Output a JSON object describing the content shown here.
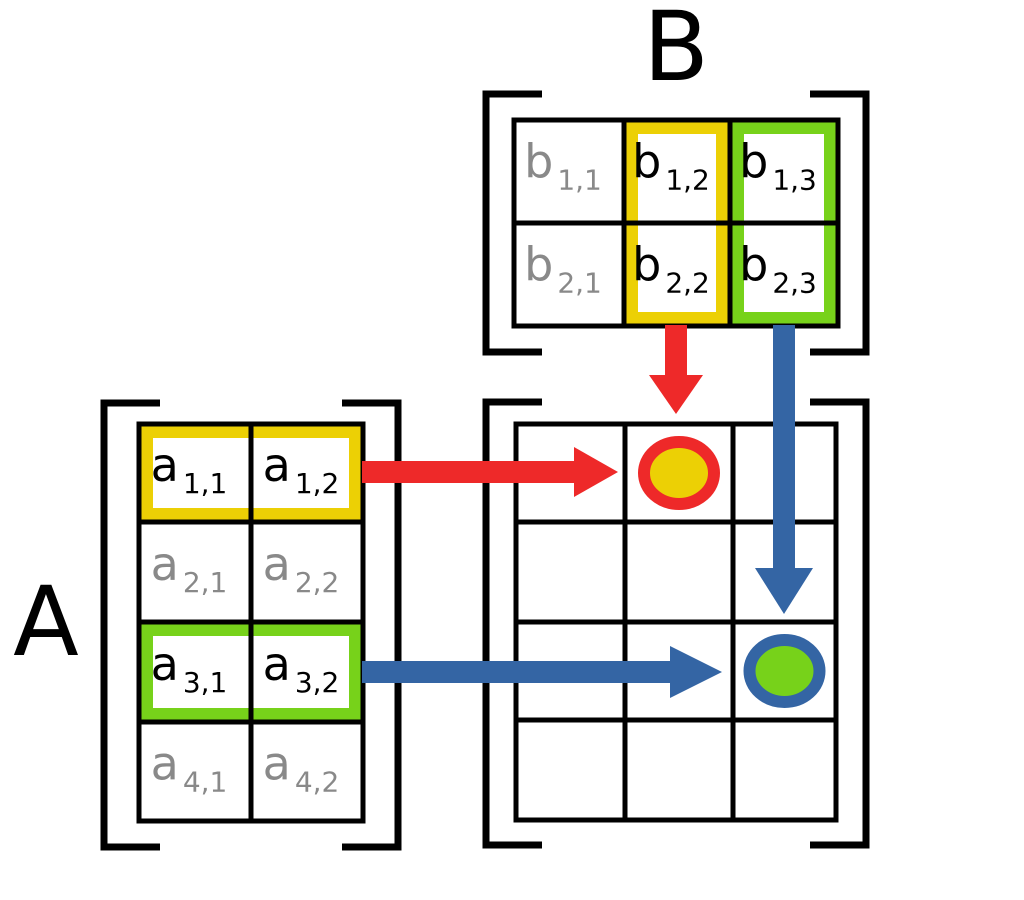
{
  "matrix_a": {
    "name": "A",
    "entries": [
      [
        {
          "base": "a",
          "sub": "1,1"
        },
        {
          "base": "a",
          "sub": "1,2"
        }
      ],
      [
        {
          "base": "a",
          "sub": "2,1"
        },
        {
          "base": "a",
          "sub": "2,2"
        }
      ],
      [
        {
          "base": "a",
          "sub": "3,1"
        },
        {
          "base": "a",
          "sub": "3,2"
        }
      ],
      [
        {
          "base": "a",
          "sub": "4,1"
        },
        {
          "base": "a",
          "sub": "4,2"
        }
      ]
    ],
    "highlighted_rows": [
      {
        "row": 1,
        "color": "#ecd005"
      },
      {
        "row": 3,
        "color": "#77d21a"
      }
    ]
  },
  "matrix_b": {
    "name": "B",
    "entries": [
      [
        {
          "base": "b",
          "sub": "1,1"
        },
        {
          "base": "b",
          "sub": "1,2"
        },
        {
          "base": "b",
          "sub": "1,3"
        }
      ],
      [
        {
          "base": "b",
          "sub": "2,1"
        },
        {
          "base": "b",
          "sub": "2,2"
        },
        {
          "base": "b",
          "sub": "2,3"
        }
      ]
    ],
    "highlighted_cols": [
      {
        "col": 2,
        "color": "#ecd005"
      },
      {
        "col": 3,
        "color": "#77d21a"
      }
    ]
  },
  "result": {
    "rows": 4,
    "cols": 3,
    "marked_cells": [
      {
        "row": 1,
        "col": 2,
        "ring_color": "#ee2929",
        "fill_color": "#ecd005"
      },
      {
        "row": 3,
        "col": 3,
        "ring_color": "#3465a4",
        "fill_color": "#77d21a"
      }
    ]
  },
  "colors": {
    "grid": "#000000",
    "active_text": "#000000",
    "inactive_text": "#898989",
    "red_arrow": "#ee2929",
    "blue_arrow": "#3465a4"
  }
}
